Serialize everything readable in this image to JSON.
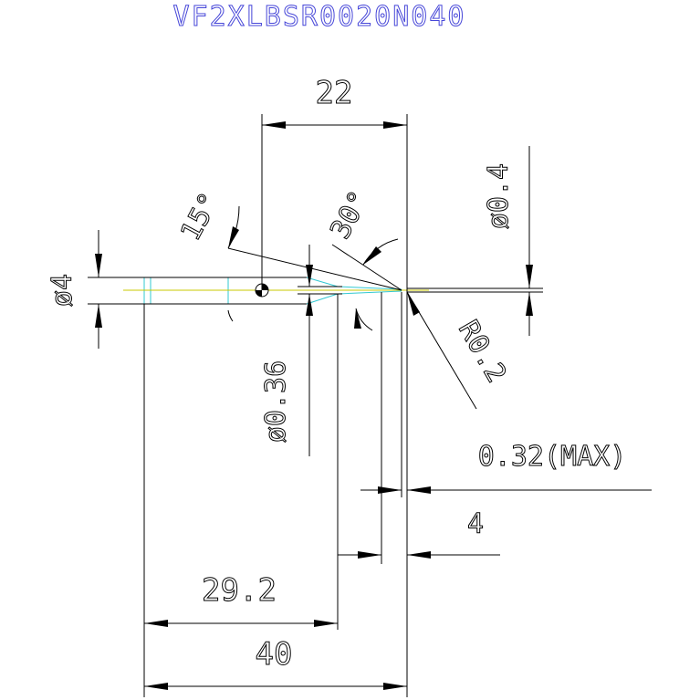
{
  "title": "VF2XLBSR0020N040",
  "colors": {
    "title": "#4646d8",
    "lines": "#000000",
    "tool_outline": "#32c8d2",
    "center_line": "#c8c800"
  },
  "dimensions": {
    "d22": "22",
    "d15deg": "15°",
    "d30deg": "30°",
    "d04": "ø0.4",
    "d4": "ø4",
    "d036": "ø0.36",
    "r02": "R0.2",
    "d032max": "0.32(MAX)",
    "d4len": "4",
    "d292": "29.2",
    "d40": "40"
  }
}
